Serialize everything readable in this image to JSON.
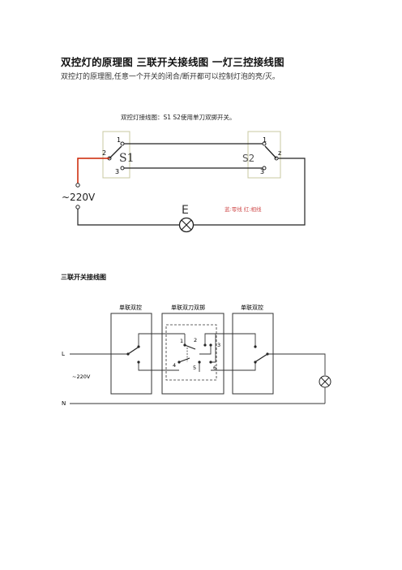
{
  "document": {
    "title": "双控灯的原理图 三联开关接线图 一灯三控接线图",
    "subtitle": "双控灯的原理图,任意一个开关的闭合/断开都可以控制灯泡的亮/灭。",
    "section2_title": "三联开关接线图"
  },
  "diagram1": {
    "caption": "双控灯接线图：S1 S2使用单刀双掷开关。",
    "switch1_label": "S1",
    "switch2_label": "S2",
    "terminal_1": "1",
    "terminal_2": "2",
    "terminal_3": "3",
    "terminal_z": "z",
    "voltage_label": "~220V",
    "lamp_label": "E",
    "note_red": "蓝:零线   红:相线",
    "colors": {
      "live_wire": "#cc2200",
      "box_border": "#c8c8a0",
      "note": "#d05050"
    }
  },
  "diagram2": {
    "label_left": "单联双控",
    "label_middle": "单联双刀双掷",
    "label_right": "单联双控",
    "line_L": "L",
    "line_N": "N",
    "voltage": "~220V",
    "t1": "1",
    "t2": "2",
    "t3": "3",
    "t4": "4",
    "t5": "5",
    "t6": "6"
  }
}
